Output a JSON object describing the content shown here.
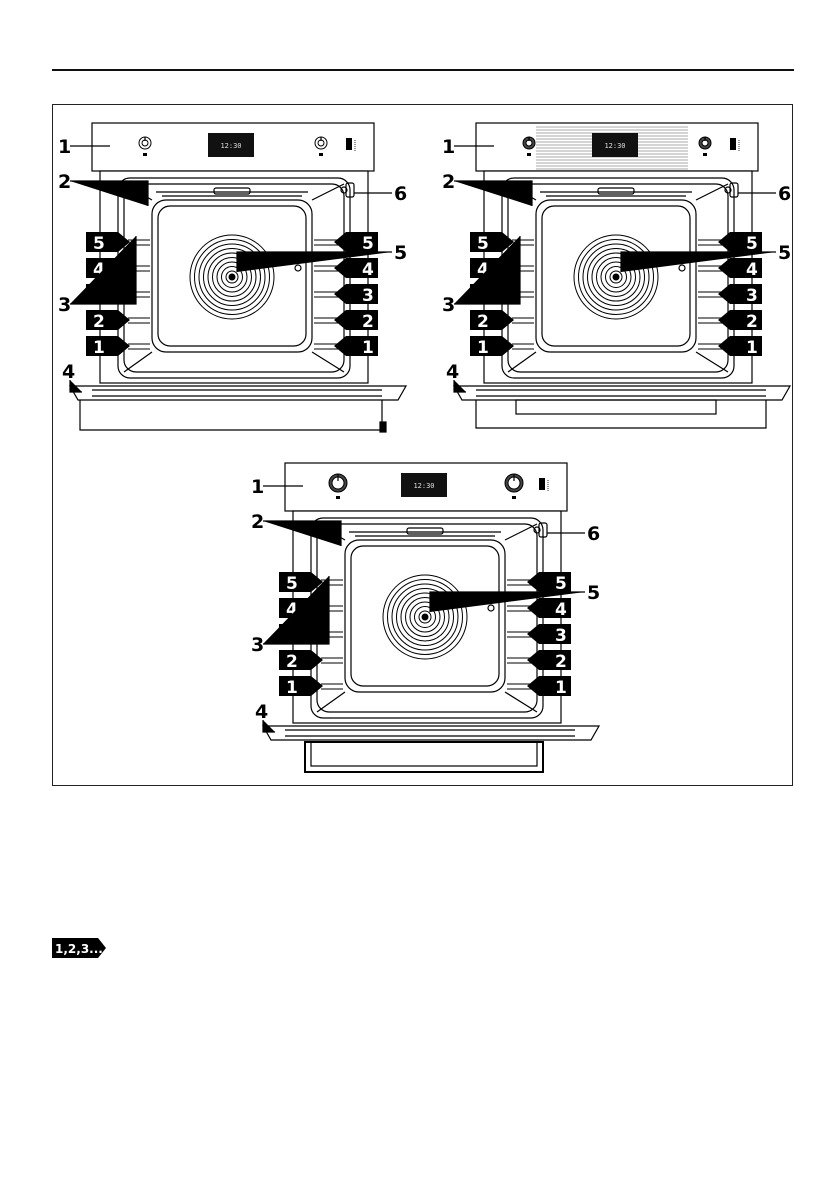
{
  "display_text": "12:30",
  "shelf_levels": [
    "5",
    "4",
    "3",
    "2",
    "1"
  ],
  "callouts": [
    "1",
    "2",
    "3",
    "4",
    "5",
    "6"
  ],
  "badge_text": "1,2,3...",
  "colors": {
    "line": "#000000",
    "panel_stripe": "#cfcfcf",
    "display": "#111111"
  },
  "ovens": [
    {
      "variant": "knobs-plain"
    },
    {
      "variant": "knobs-striped-panel"
    },
    {
      "variant": "knobs-large-with-drawer"
    }
  ]
}
